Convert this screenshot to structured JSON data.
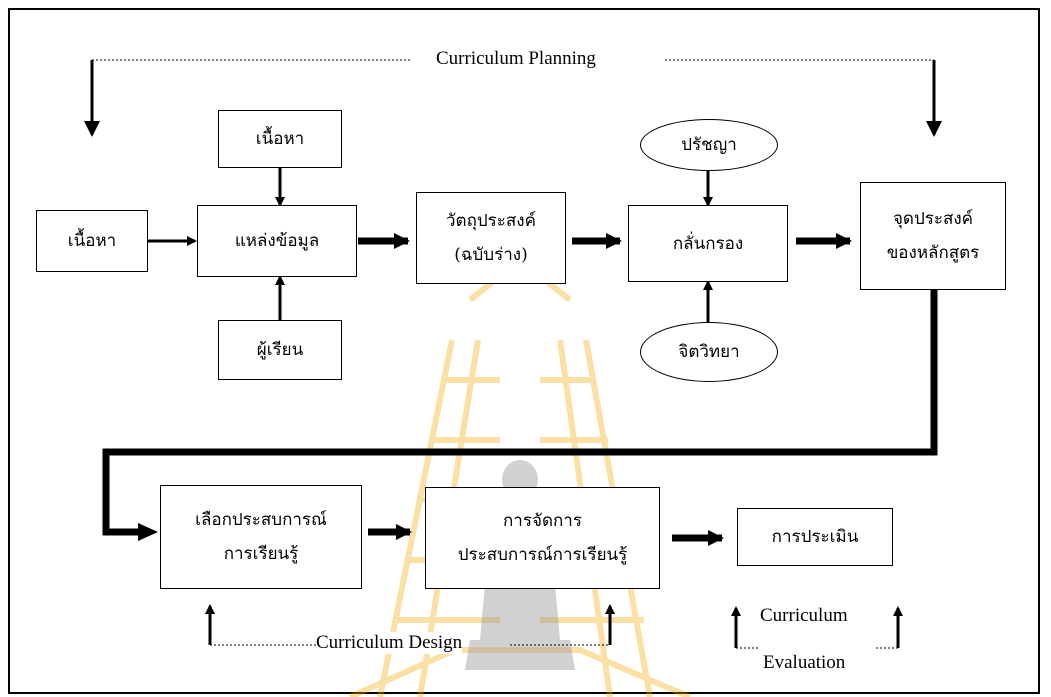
{
  "labels": {
    "curriculum_planning": "Curriculum Planning",
    "curriculum_design": "Curriculum Design",
    "curriculum": "Curriculum",
    "evaluation": "Evaluation"
  },
  "nodes": {
    "content_left": "เนื้อหา",
    "content_top": "เนื้อหา",
    "data_source": "แหล่งข้อมูล",
    "learner": "ผู้เรียน",
    "draft_objective_line1": "วัตถุประสงค์",
    "draft_objective_line2": "(ฉบับร่าง)",
    "philosophy": "ปรัชญา",
    "screening": "กลั่นกรอง",
    "psychology": "จิตวิทยา",
    "curriculum_goal_line1": "จุดประสงค์",
    "curriculum_goal_line2": "ของหลักสูตร",
    "select_experience_line1": "เลือกประสบการณ์",
    "select_experience_line2": "การเรียนรู้",
    "organize_experience_line1": "การจัดการ",
    "organize_experience_line2": "ประสบการณ์การเรียนรู้",
    "evaluation": "การประเมิน"
  },
  "colors": {
    "line": "#000000",
    "watermark": "#f2a900",
    "watermark_figure": "#9a9a9a"
  }
}
